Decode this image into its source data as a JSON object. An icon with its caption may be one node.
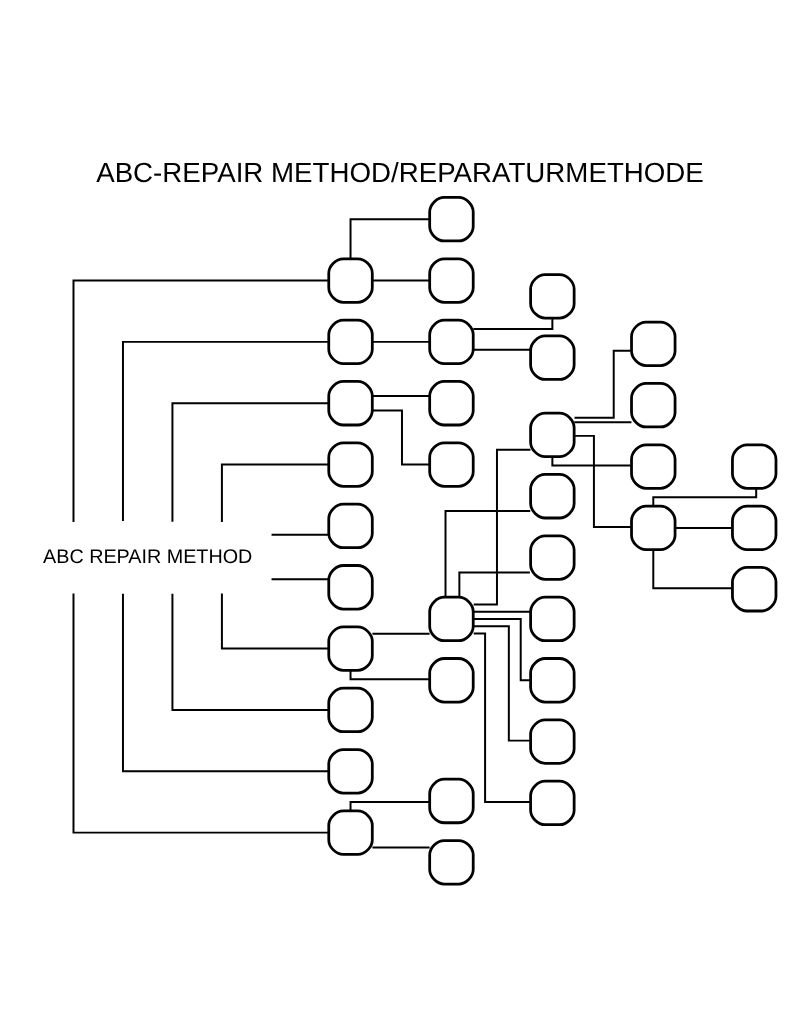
{
  "diagram": {
    "title": "ABC-REPAIR METHOD/REPARATURMETHODE",
    "nodes": [
      {
        "text": [
          "ABC REPAIR METHOD"
        ]
      },
      {
        "text": [],
        "shape": "box"
      },
      {
        "text": [],
        "shape": "box"
      },
      {
        "text": [],
        "shape": "box"
      },
      {
        "text": [],
        "shape": "box"
      },
      {
        "text": [],
        "shape": "box"
      },
      {
        "text": [],
        "shape": "box"
      },
      {
        "text": [],
        "shape": "box"
      },
      {
        "text": [],
        "shape": "box"
      },
      {
        "text": [],
        "shape": "box"
      },
      {
        "text": [],
        "shape": "box"
      },
      {
        "text": [],
        "shape": "box"
      },
      {
        "text": [],
        "shape": "box"
      },
      {
        "text": [],
        "shape": "box"
      },
      {
        "text": [],
        "shape": "box"
      },
      {
        "text": [],
        "shape": "box"
      },
      {
        "text": [],
        "shape": "box"
      },
      {
        "text": [],
        "shape": "box"
      },
      {
        "text": [],
        "shape": "box"
      },
      {
        "text": [],
        "shape": "box"
      },
      {
        "text": [],
        "shape": "box"
      },
      {
        "text": [],
        "shape": "box"
      },
      {
        "text": [],
        "shape": "box"
      },
      {
        "text": [],
        "shape": "box"
      },
      {
        "text": [],
        "shape": "box"
      },
      {
        "text": [],
        "shape": "box"
      },
      {
        "text": [],
        "shape": "box"
      },
      {
        "text": [],
        "shape": "box"
      },
      {
        "text": [],
        "shape": "box"
      },
      {
        "text": [],
        "shape": "box"
      },
      {
        "text": [],
        "shape": "box"
      },
      {
        "text": [],
        "shape": "box"
      },
      {
        "text": [],
        "shape": "box"
      },
      {
        "text": [],
        "shape": "box"
      },
      {
        "text": [],
        "shape": "box"
      },
      {
        "text": [],
        "shape": "box"
      }
    ],
    "edges": [
      {
        "from": 0,
        "to": 1,
        "arrow": "none"
      },
      {
        "from": 0,
        "to": 2,
        "arrow": "none"
      },
      {
        "from": 0,
        "to": 3,
        "arrow": "none"
      },
      {
        "from": 0,
        "to": 4,
        "arrow": "none"
      },
      {
        "from": 0,
        "to": 5,
        "arrow": "none"
      },
      {
        "from": 0,
        "to": 6,
        "arrow": "none"
      },
      {
        "from": 0,
        "to": 7,
        "arrow": "none"
      },
      {
        "from": 0,
        "to": 8,
        "arrow": "none"
      },
      {
        "from": 0,
        "to": 9,
        "arrow": "none"
      },
      {
        "from": 0,
        "to": 10,
        "arrow": "none"
      },
      {
        "from": 1,
        "to": 11,
        "arrow": "none"
      },
      {
        "from": 1,
        "to": 12,
        "arrow": "none"
      },
      {
        "from": 2,
        "to": 13,
        "arrow": "none"
      },
      {
        "from": 13,
        "to": 14,
        "arrow": "none"
      },
      {
        "from": 13,
        "to": 15,
        "arrow": "none"
      },
      {
        "from": 3,
        "to": 16,
        "arrow": "none"
      },
      {
        "from": 3,
        "to": 17,
        "arrow": "none"
      },
      {
        "from": 7,
        "to": 18,
        "arrow": "none"
      },
      {
        "from": 7,
        "to": 19,
        "arrow": "none"
      },
      {
        "from": 10,
        "to": 20,
        "arrow": "none"
      },
      {
        "from": 10,
        "to": 21,
        "arrow": "none"
      },
      {
        "from": 18,
        "to": 22,
        "arrow": "none"
      },
      {
        "from": 18,
        "to": 23,
        "arrow": "none"
      },
      {
        "from": 18,
        "to": 24,
        "arrow": "none"
      },
      {
        "from": 18,
        "to": 25,
        "arrow": "none"
      },
      {
        "from": 18,
        "to": 26,
        "arrow": "none"
      },
      {
        "from": 18,
        "to": 27,
        "arrow": "none"
      },
      {
        "from": 18,
        "to": 28,
        "arrow": "none"
      },
      {
        "from": 22,
        "to": 29,
        "arrow": "none"
      },
      {
        "from": 22,
        "to": 30,
        "arrow": "none"
      },
      {
        "from": 22,
        "to": 31,
        "arrow": "none"
      },
      {
        "from": 22,
        "to": 32,
        "arrow": "none"
      },
      {
        "from": 32,
        "to": 33,
        "arrow": "none"
      },
      {
        "from": 32,
        "to": 34,
        "arrow": "none"
      },
      {
        "from": 32,
        "to": 35,
        "arrow": "none"
      }
    ]
  }
}
